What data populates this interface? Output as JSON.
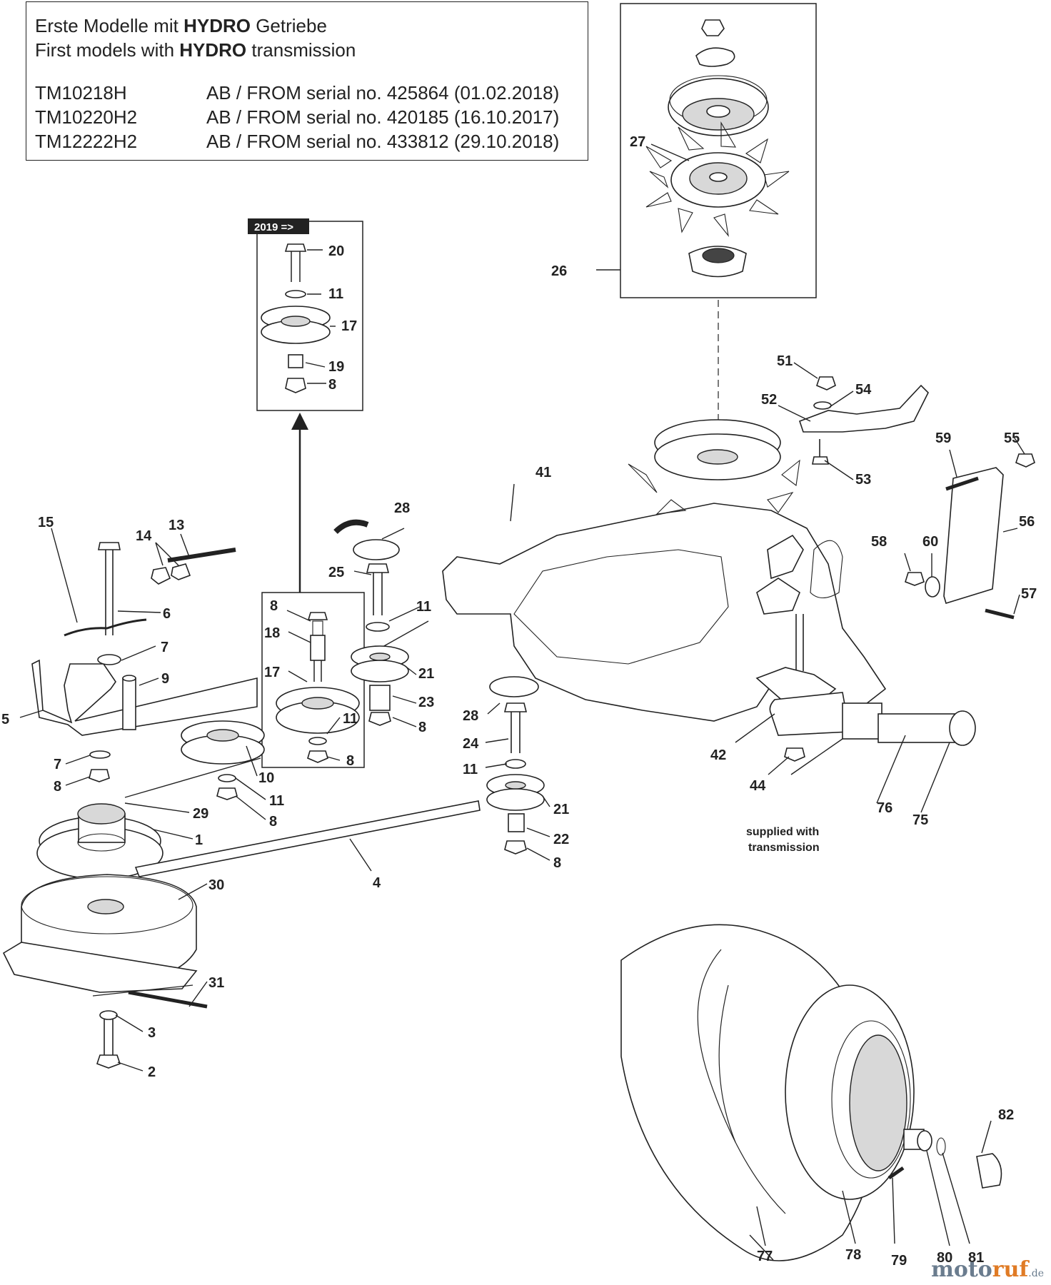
{
  "header": {
    "line1_prefix": "Erste Modelle mit ",
    "line1_bold": "HYDRO",
    "line1_suffix": " Getriebe",
    "line2_prefix": "First models with ",
    "line2_bold": "HYDRO",
    "line2_suffix": " transmission",
    "models": [
      {
        "code": "TM10218H",
        "serial": "AB / FROM serial no. 425864 (01.02.2018)"
      },
      {
        "code": "TM10220H2",
        "serial": "AB / FROM serial no. 420185 (16.10.2017)"
      },
      {
        "code": "TM12222H2",
        "serial": "AB / FROM serial no. 433812 (29.10.2018)"
      }
    ]
  },
  "year_tag": "2019 =>",
  "note_supplied": [
    "supplied with",
    "transmission"
  ],
  "callouts": {
    "c1": "1",
    "c2": "2",
    "c3": "3",
    "c4": "4",
    "c5": "5",
    "c6": "6",
    "c7": "7",
    "c8": "8",
    "c9": "9",
    "c10": "10",
    "c11": "11",
    "c13": "13",
    "c14": "14",
    "c15": "15",
    "c17": "17",
    "c18": "18",
    "c19": "19",
    "c20": "20",
    "c21": "21",
    "c22": "22",
    "c23": "23",
    "c24": "24",
    "c25": "25",
    "c26": "26",
    "c27": "27",
    "c28": "28",
    "c29": "29",
    "c30": "30",
    "c31": "31",
    "c41": "41",
    "c42": "42",
    "c44": "44",
    "c51": "51",
    "c52": "52",
    "c53": "53",
    "c54": "54",
    "c55": "55",
    "c56": "56",
    "c57": "57",
    "c58": "58",
    "c59": "59",
    "c60": "60",
    "c75": "75",
    "c76": "76",
    "c77": "77",
    "c78": "78",
    "c79": "79",
    "c80": "80",
    "c81": "81",
    "c82": "82"
  },
  "watermark": {
    "part1": "moto",
    "part2": "ruf",
    "part3": ".de"
  }
}
